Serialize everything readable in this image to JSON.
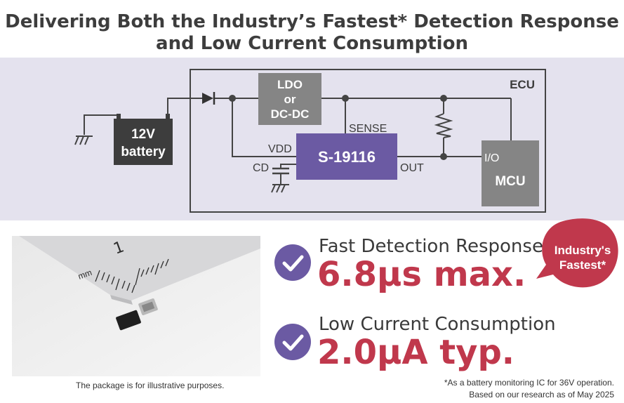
{
  "title": {
    "line1": "Delivering Both the Industry’s Fastest* Detection Response",
    "line2": "and Low Current Consumption"
  },
  "diagram": {
    "ecu_label": "ECU",
    "battery_label_line1": "12V",
    "battery_label_line2": "battery",
    "regulator_line1": "LDO",
    "regulator_line2": "or",
    "regulator_line3": "DC-DC",
    "ic_label": "S-19116",
    "mcu_label": "MCU",
    "io_label": "I/O",
    "sense_label": "SENSE",
    "vdd_label": "VDD",
    "cd_label": "CD",
    "out_label": "OUT",
    "colors": {
      "box_gray": "#858585",
      "ic_purple": "#6b5aa3",
      "dark": "#3d3d3d",
      "wire": "#444444"
    }
  },
  "photo": {
    "ruler_mark": "1",
    "ruler_unit": "mm",
    "caption": "The package is for illustrative purposes."
  },
  "features": [
    {
      "label": "Fast Detection Response",
      "value": "6.8µs max.",
      "icon": "check-icon"
    },
    {
      "label": "Low Current Consumption",
      "value": "2.0µA typ.",
      "icon": "check-icon"
    }
  ],
  "badge": {
    "line1": "Industry's",
    "line2": "Fastest*",
    "color": "#c0384c"
  },
  "footnote": {
    "line1": "*As a battery monitoring IC for 36V operation.",
    "line2": "Based on our research as of May 2025"
  }
}
